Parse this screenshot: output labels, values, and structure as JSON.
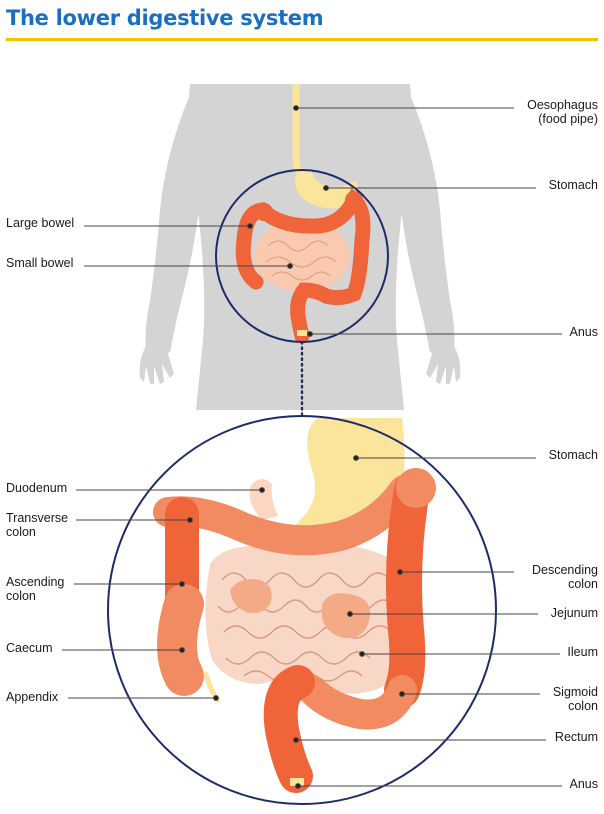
{
  "title": "The lower digestive system",
  "colors": {
    "title": "#1b6fc0",
    "rule": "#f5c400",
    "silhouette": "#d4d4d4",
    "stomach": "#fbe59a",
    "large_bowel": "#f0643a",
    "large_bowel_light": "#f28b62",
    "small_bowel": "#f9c9b0",
    "circle": "#1f2a6b"
  },
  "labels": {
    "oesophagus_1": "Oesophagus",
    "oesophagus_2": "(food pipe)",
    "stomach_top": "Stomach",
    "large_bowel": "Large bowel",
    "small_bowel": "Small bowel",
    "anus_top": "Anus",
    "stomach": "Stomach",
    "duodenum": "Duodenum",
    "transverse_1": "Transverse",
    "transverse_2": "colon",
    "descending_1": "Descending",
    "descending_2": "colon",
    "ascending_1": "Ascending",
    "ascending_2": "colon",
    "jejunum": "Jejunum",
    "caecum": "Caecum",
    "ileum": "Ileum",
    "appendix": "Appendix",
    "sigmoid_1": "Sigmoid",
    "sigmoid_2": "colon",
    "rectum": "Rectum",
    "anus": "Anus"
  }
}
